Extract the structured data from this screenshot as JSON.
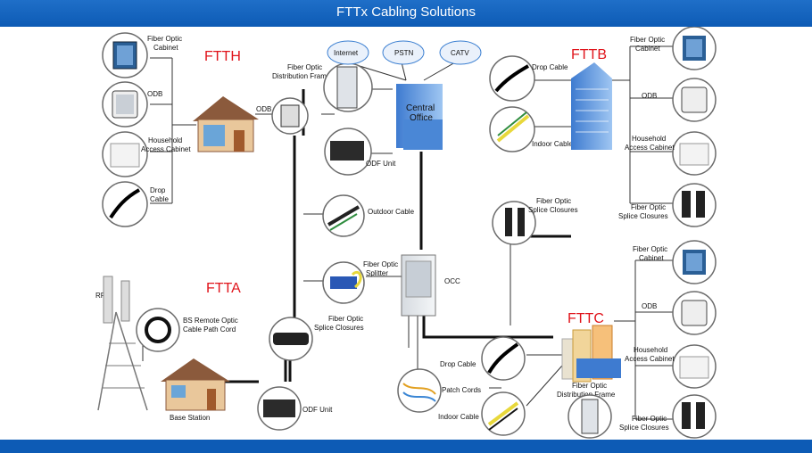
{
  "title": "FTTx Cabling Solutions",
  "clouds": [
    "Internet",
    "PSTN",
    "CATV"
  ],
  "central_office": [
    "Central",
    "Office"
  ],
  "sections": {
    "ftth": "FTTH",
    "fttb": "FTTB",
    "ftta": "FTTA",
    "fttc": "FTTC"
  },
  "ftth_items": [
    [
      "Fiber Optic",
      "Cabinet"
    ],
    [
      "ODB"
    ],
    [
      "Household",
      "Access Cabinet"
    ],
    [
      "Drop",
      "Cable"
    ]
  ],
  "fttb_items": [
    [
      "Fiber Optic",
      "Cabinet"
    ],
    [
      "ODB"
    ],
    [
      "Household",
      "Access Cabinet"
    ],
    [
      "Fiber Optic",
      "Splice Closures"
    ]
  ],
  "fttc_items": [
    [
      "Fiber Optic",
      "Cabinet"
    ],
    [
      "ODB"
    ],
    [
      "Household",
      "Access Cabinet"
    ],
    [
      "Fiber Optic",
      "Splice Closures"
    ]
  ],
  "labels": {
    "odf_frame": [
      "Fiber Optic",
      "Distribution Frame"
    ],
    "odf_unit_top": "ODF Unit",
    "odb_house": "ODB",
    "outdoor_cable": "Outdoor Cable",
    "splitter": [
      "Fiber Optic",
      "Splitter"
    ],
    "occ": "OCC",
    "splice_left": [
      "Fiber Optic",
      "Splice Closures"
    ],
    "splice_right": [
      "Fiber Optic",
      "Splice Closures"
    ],
    "bs_cord": [
      "BS Remote Optic",
      "Cable Path Cord"
    ],
    "base_station": "Base Station",
    "odf_unit_bottom": "ODF Unit",
    "rru": "RRU",
    "drop_cable_b": "Drop Cable",
    "indoor_cable_b": "Indoor Cable",
    "drop_cable_c": "Drop Cable",
    "patch_cords": "Patch Cords",
    "indoor_cable_c": "Indoor Cable",
    "odf_frame_c": [
      "Fiber Optic",
      "Distribution Frame"
    ]
  },
  "colors": {
    "header": "#0d5bb5",
    "accent": "#e0141b",
    "line": "#111111",
    "circle": "#6b6b6b"
  }
}
